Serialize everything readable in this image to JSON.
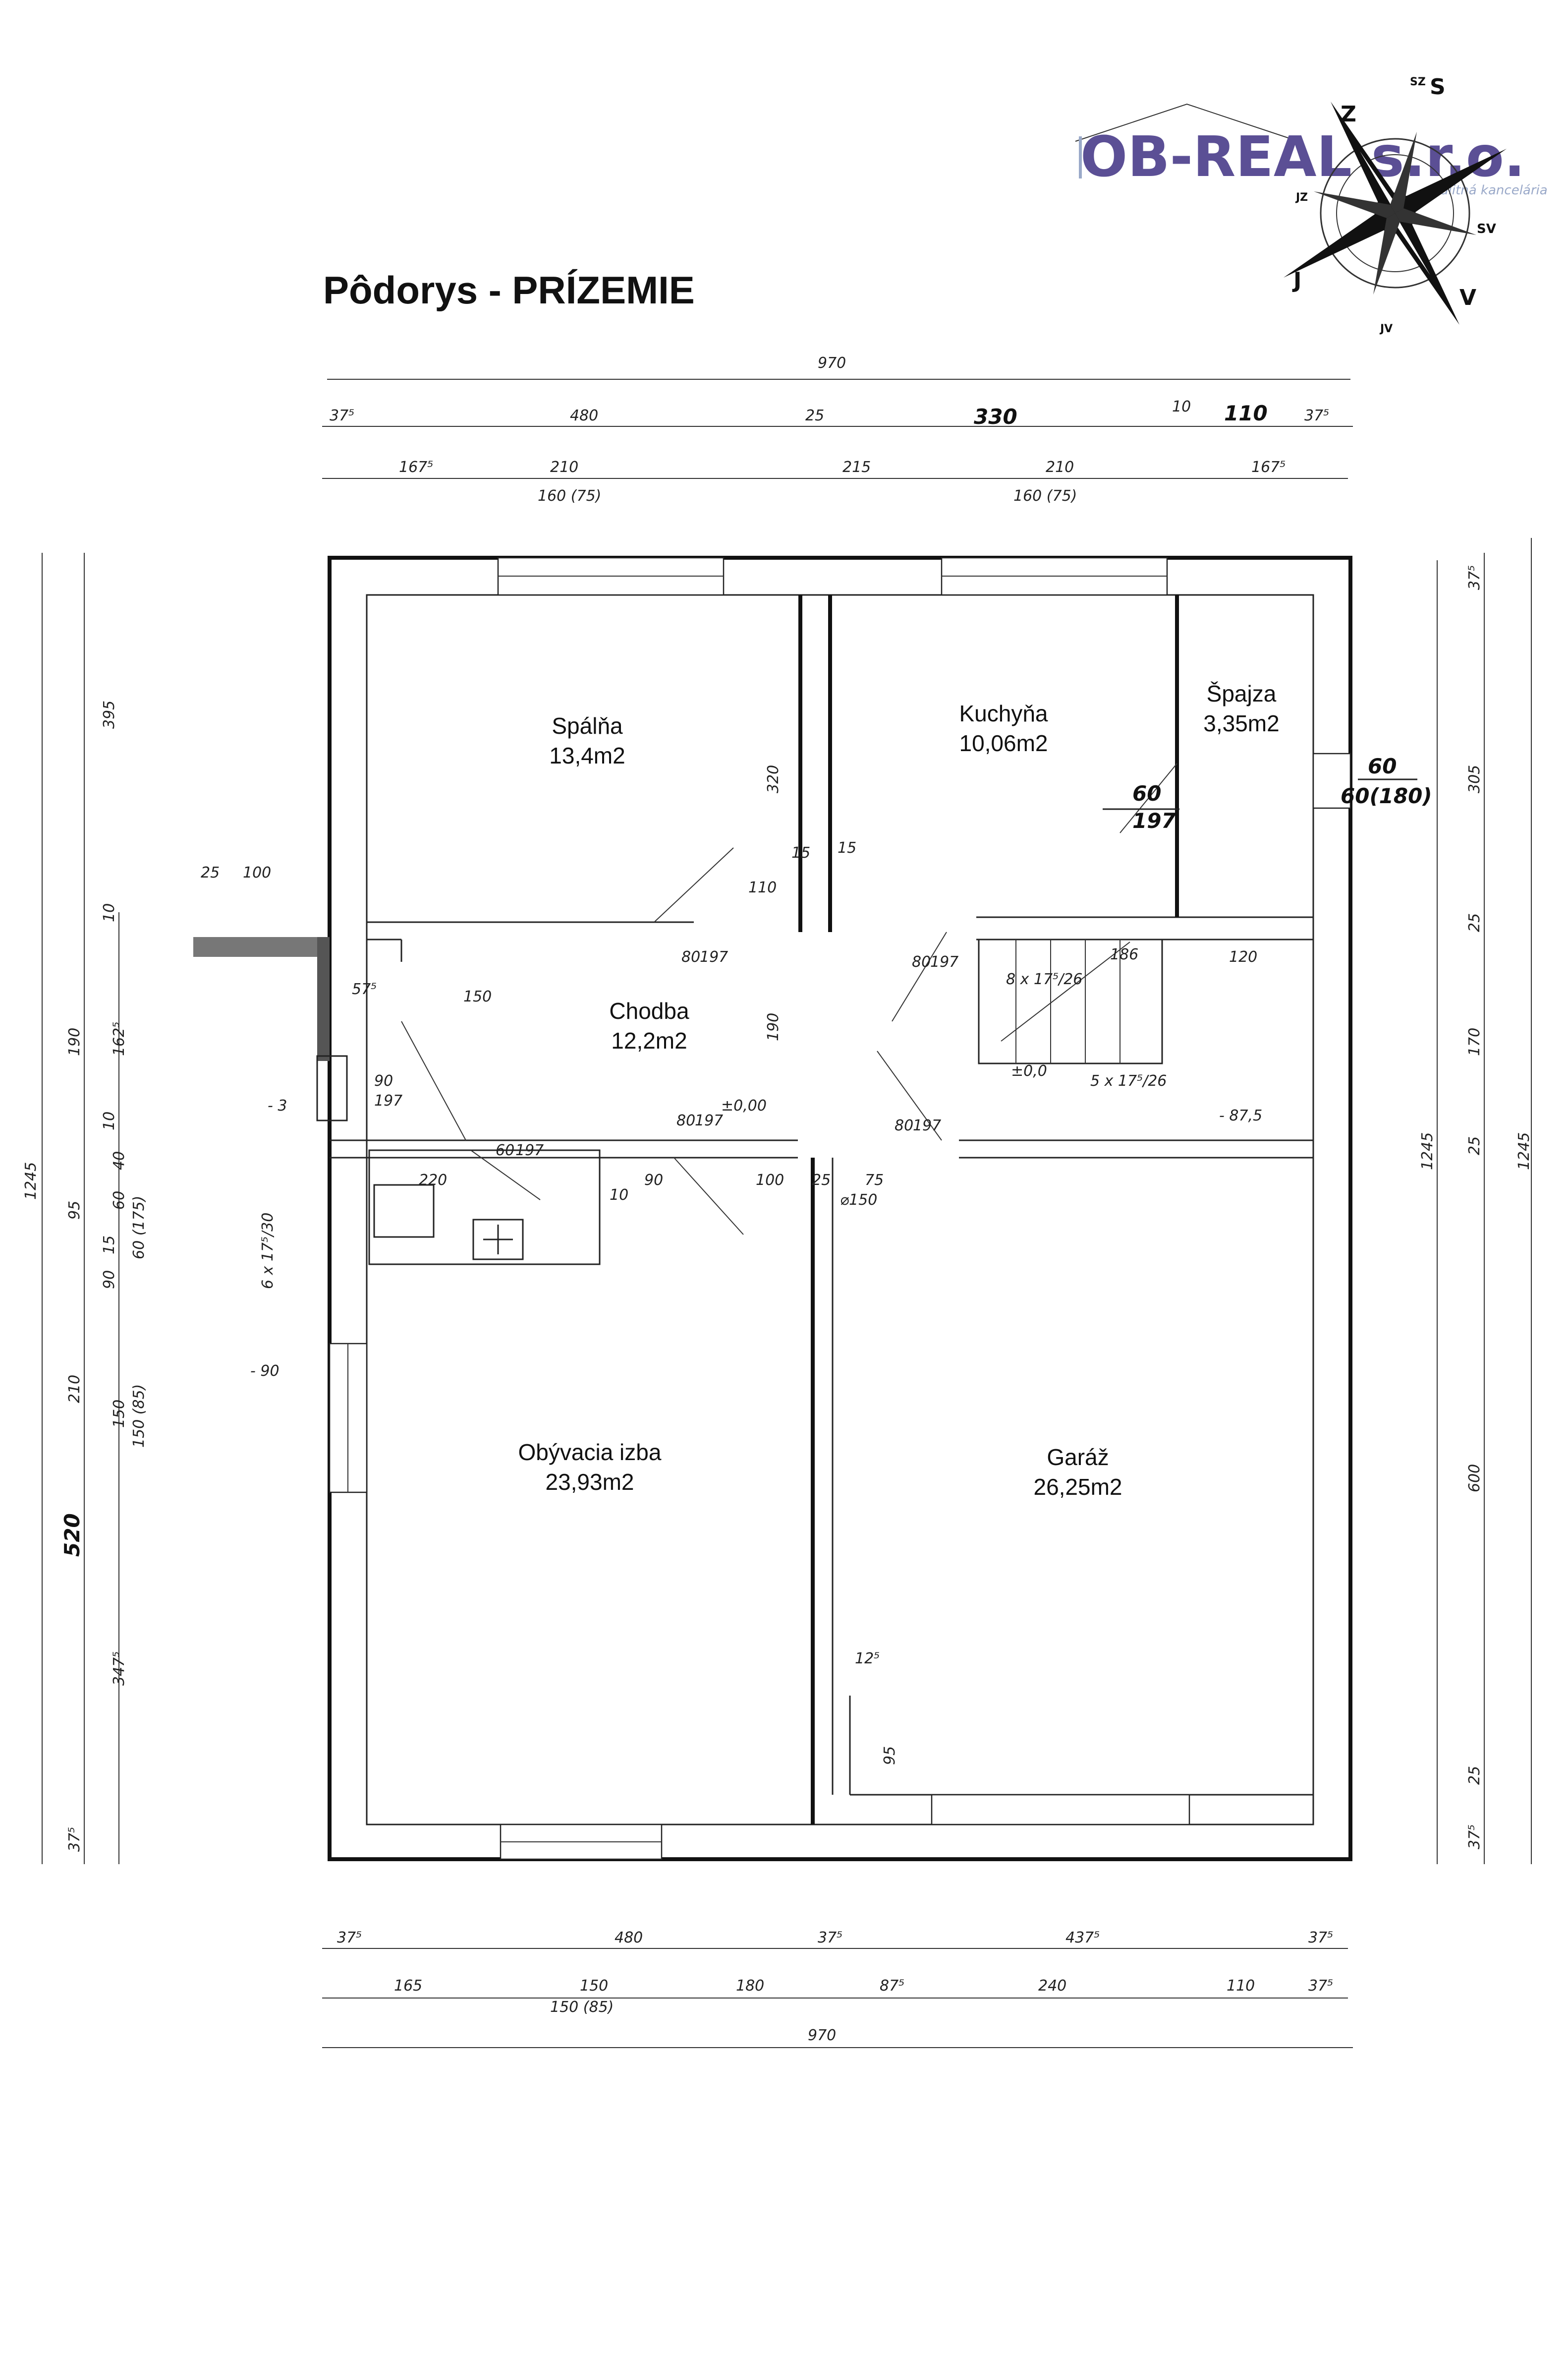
{
  "logo": {
    "name": "OB-REAL s.r.o.",
    "subtitle": "realitná kancelária"
  },
  "compass": {
    "n": "S",
    "ne": "SV",
    "e": "V",
    "se": "JV",
    "s": "J",
    "sw": "JZ",
    "w": "Z",
    "nw": "SZ"
  },
  "title": "Pôdorys - PRÍZEMIE",
  "rooms": [
    {
      "key": "spalna",
      "name": "Spálňa",
      "area": "13,4m2"
    },
    {
      "key": "kuchyna",
      "name": "Kuchyňa",
      "area": "10,06m2"
    },
    {
      "key": "spajza",
      "name": "Špajza",
      "area": "3,35m2"
    },
    {
      "key": "chodba",
      "name": "Chodba",
      "area": "12,2m2"
    },
    {
      "key": "obyvacia",
      "name": "Obývacia izba",
      "area": "23,93m2"
    },
    {
      "key": "garaz",
      "name": "Garáž",
      "area": "26,25m2"
    }
  ],
  "dimensions": {
    "top_total": "970",
    "top_row1": [
      "37⁵",
      "480",
      "25",
      "330",
      "10",
      "110",
      "37⁵"
    ],
    "top_row2": [
      "167⁵",
      "210",
      "215",
      "210",
      "167⁵"
    ],
    "top_row2_sub": [
      "160 (75)",
      "160 (75)"
    ],
    "bottom_row1": [
      "37⁵",
      "480",
      "37⁵",
      "437⁵",
      "37⁵"
    ],
    "bottom_row2": [
      "165",
      "150",
      "180",
      "87⁵",
      "240",
      "110",
      "37⁵"
    ],
    "bottom_row2_sub": "150 (85)",
    "bottom_total": "970",
    "left_outer": "1245",
    "left_row1": [
      "395",
      "10",
      "190",
      "10",
      "95",
      "15",
      "90",
      "210",
      "520",
      "37⁵"
    ],
    "left_row2": [
      "162⁵",
      "40",
      "60",
      "60 (175)",
      "150",
      "150 (85)",
      "347⁵"
    ],
    "right_outer": "1245",
    "right_inner": "1245",
    "right_row": [
      "37⁵",
      "305",
      "25",
      "170",
      "25",
      "600",
      "25",
      "37⁵"
    ],
    "inner": {
      "w_320": "320",
      "w_110": "110",
      "w_15a": "15",
      "w_15b": "15",
      "w_150": "150",
      "w_57": "57⁵",
      "w_190": "190",
      "w_80a": "80",
      "w_197a": "197",
      "w_80b": "80",
      "w_197b": "197",
      "w_80c": "80",
      "w_197c": "197",
      "w_80d": "80",
      "w_197d": "197",
      "w_90": "90",
      "w_197e": "197",
      "w_60": "60",
      "w_197f": "197",
      "level_0a": "±0,00",
      "level_0b": "±0,0",
      "level_m3": "- 3",
      "level_m90": "- 90",
      "level_m87": "- 87,5",
      "stairs1": "8 x 17⁵/26",
      "stairs2": "5 x 17⁵/26",
      "stairs3": "6 x 17⁵/30",
      "w_120": "120",
      "w_186": "186",
      "w_220": "220",
      "w_10": "10",
      "w_90b": "90",
      "w_100": "100",
      "w_25": "25",
      "w_75": "75",
      "w_d150": "⌀150",
      "w_25b": "25",
      "w_100b": "100",
      "w_125": "12⁵",
      "w_95": "95",
      "kitchen_door_top": "60",
      "kitchen_door_bottom": "197",
      "window_top": "60",
      "window_bottom": "60(180)"
    }
  }
}
